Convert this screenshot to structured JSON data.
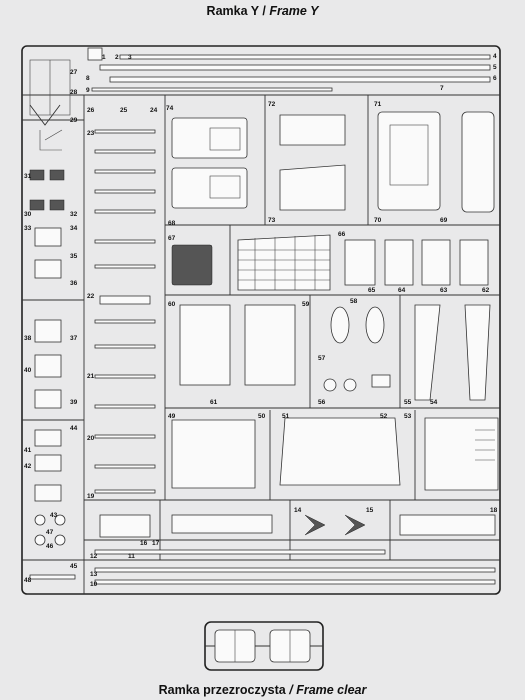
{
  "frame_y": {
    "title_pl": "Ramka Y",
    "separator": " / ",
    "title_en": "Frame Y"
  },
  "frame_clear": {
    "title_pl": "Ramka przezroczysta",
    "separator": " / ",
    "title_en": "Frame clear"
  },
  "part_numbers": [
    "1",
    "2",
    "3",
    "4",
    "5",
    "6",
    "7",
    "8",
    "9",
    "10",
    "11",
    "12",
    "13",
    "14",
    "15",
    "16",
    "17",
    "18",
    "19",
    "20",
    "21",
    "22",
    "23",
    "24",
    "25",
    "26",
    "27",
    "28",
    "29",
    "30",
    "31",
    "32",
    "33",
    "34",
    "35",
    "36",
    "37",
    "38",
    "39",
    "40",
    "41",
    "42",
    "43",
    "44",
    "45",
    "46",
    "47",
    "48",
    "49",
    "50",
    "51",
    "52",
    "53",
    "54",
    "55",
    "56",
    "57",
    "58",
    "59",
    "60",
    "61",
    "62",
    "63",
    "64",
    "65",
    "66",
    "67",
    "68",
    "69",
    "70",
    "71",
    "72",
    "73",
    "74"
  ]
}
